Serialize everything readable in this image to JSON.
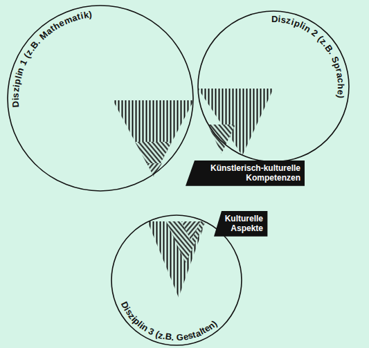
{
  "diagram": {
    "nodes": [
      {
        "text": [
          "Disziplin 1 (z.B. Mathematik)"
        ]
      },
      {
        "text": [
          "Disziplin 2 (z.B. Sprache)"
        ]
      },
      {
        "text": [
          "Künstlerisch-kulturelle Kompetenzen"
        ]
      },
      {
        "text": [
          "Disziplin 3 (z.B. Gestalten)"
        ]
      },
      {
        "text": [
          "Kulturelle Aspekte"
        ]
      }
    ]
  }
}
